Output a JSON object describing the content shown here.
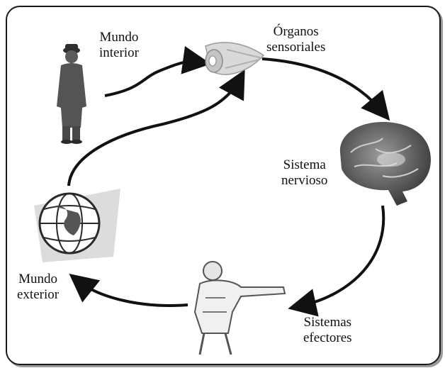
{
  "nodes": {
    "mundo_interior": {
      "label": "Mundo\ninterior",
      "icon": "person-standing-icon"
    },
    "organos_sensoriales": {
      "label": "Órganos\nsensoriales",
      "icon": "eye-icon"
    },
    "sistema_nervioso": {
      "label": "Sistema\nnervioso",
      "icon": "brain-icon"
    },
    "sistemas_efectores": {
      "label": "Sistemas\nefectores",
      "icon": "pointing-person-icon"
    },
    "mundo_exterior": {
      "label": "Mundo\nexterior",
      "icon": "globe-icon"
    }
  },
  "edges": [
    {
      "from": "mundo_interior",
      "to": "organos_sensoriales"
    },
    {
      "from": "organos_sensoriales",
      "to": "sistema_nervioso"
    },
    {
      "from": "sistema_nervioso",
      "to": "sistemas_efectores"
    },
    {
      "from": "sistemas_efectores",
      "to": "mundo_exterior"
    },
    {
      "from": "mundo_exterior",
      "to": "organos_sensoriales"
    }
  ],
  "colors": {
    "stroke": "#111111",
    "figure": "#555555",
    "light": "#bdbdbd"
  }
}
